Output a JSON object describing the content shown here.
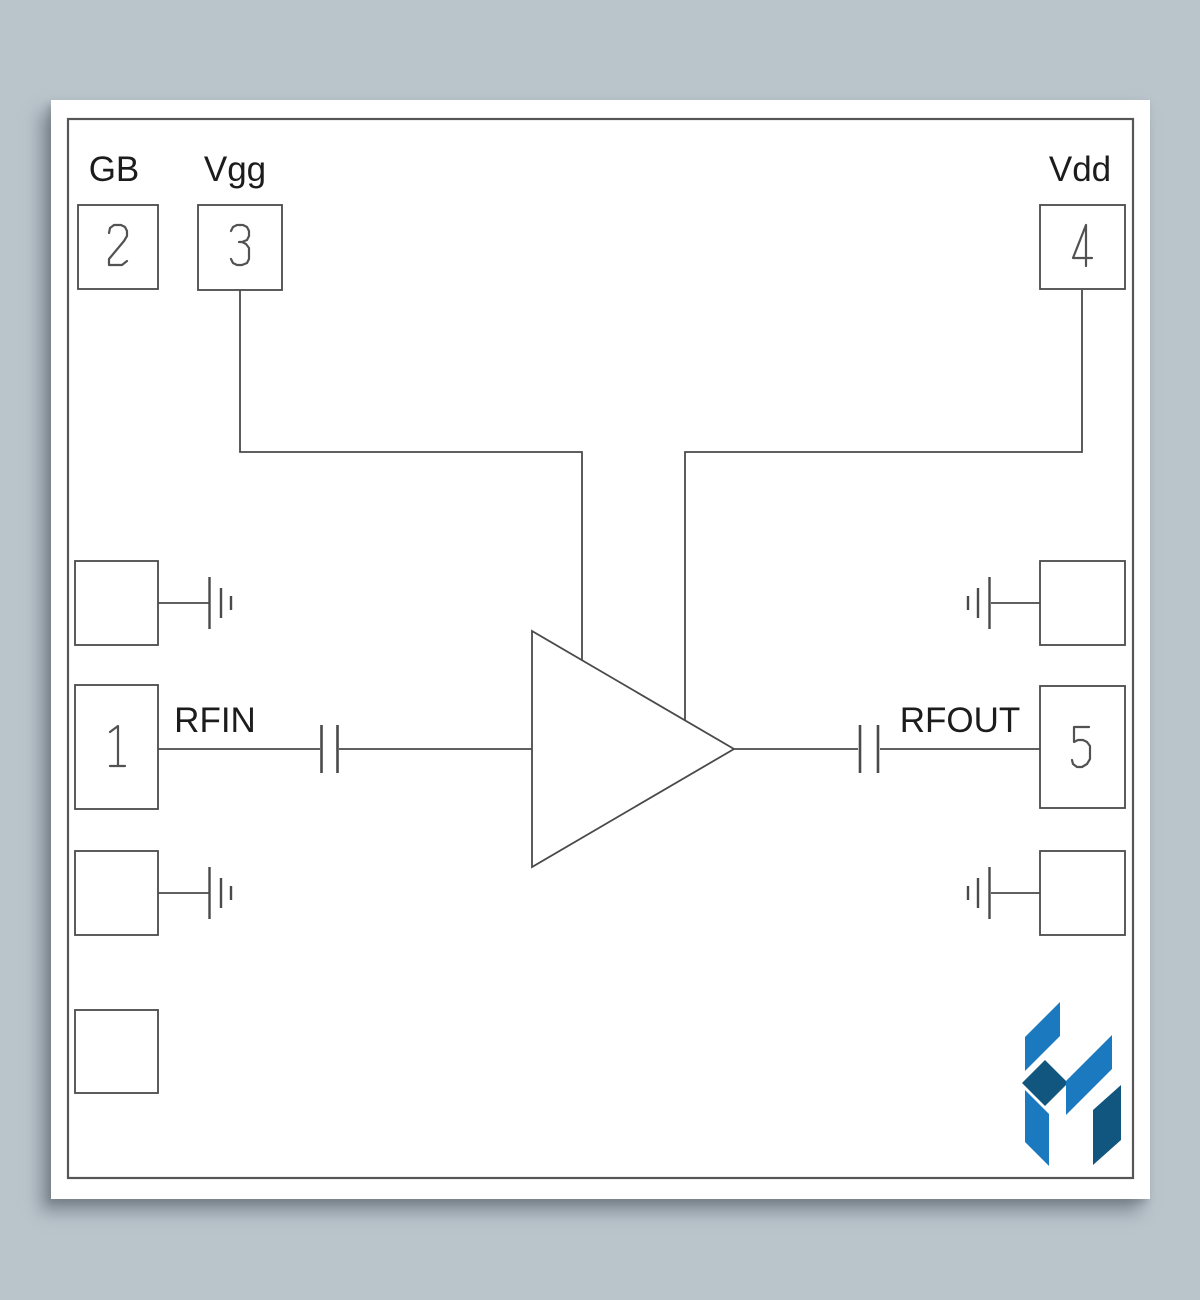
{
  "background_color": "#b9c4cb",
  "paper": {
    "color": "#ffffff",
    "border_color": "#565656"
  },
  "diagram": {
    "line_color": "#4a4a4a",
    "digit_color": "#525252",
    "text_color": "#1c1c1c",
    "labels": {
      "gb": "GB",
      "vgg": "Vgg",
      "vdd": "Vdd",
      "rfin": "RFIN",
      "rfout": "RFOUT"
    },
    "pins": {
      "pin1": "1",
      "pin2": "2",
      "pin3": "3",
      "pin4": "4",
      "pin5": "5"
    }
  },
  "logo": {
    "light_color": "#1b79c0",
    "dark_color": "#10567e"
  }
}
